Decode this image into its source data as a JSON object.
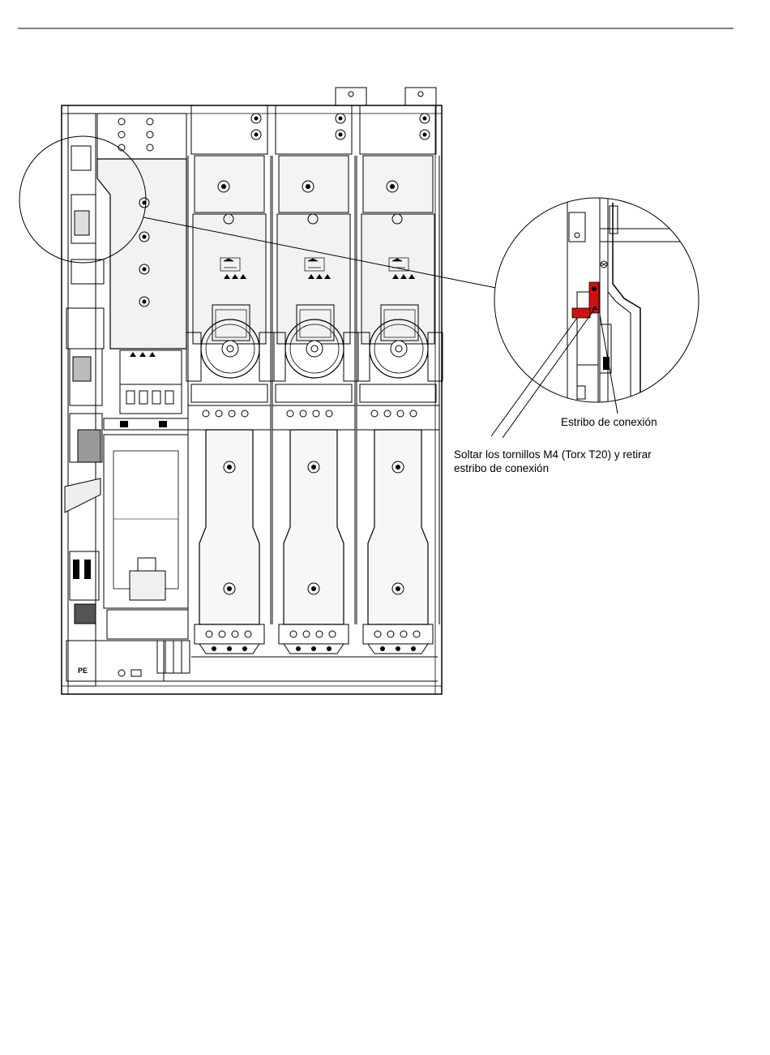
{
  "labels": {
    "pe": "PE"
  },
  "callouts": {
    "connection_bracket": "Estribo de conexión",
    "instruction_line1": "Soltar los tornillos M4 (Torx T20) y retirar",
    "instruction_line2": "estribo de conexión"
  },
  "colors": {
    "line": "#000000",
    "highlight": "#d01010",
    "module_fill": "#f2f2f2"
  }
}
